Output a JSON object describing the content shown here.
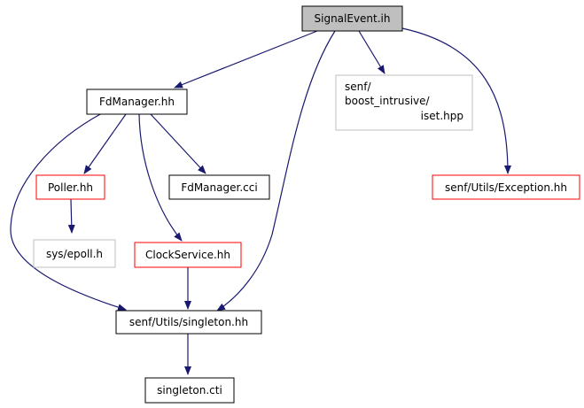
{
  "colors": {
    "edge": "#191970",
    "border_black": "#000000",
    "border_red": "#ff0000",
    "border_gray": "#bfbfbf",
    "fill_root": "#bfbfbf",
    "fill_default": "#ffffff"
  },
  "nodes": {
    "signalevent": {
      "label": "SignalEvent.ih"
    },
    "fdmanager": {
      "label": "FdManager.hh"
    },
    "iset": {
      "lines": [
        "senf/",
        "boost_intrusive/",
        "iset.hpp"
      ]
    },
    "exception": {
      "label": "senf/Utils/Exception.hh"
    },
    "poller": {
      "label": "Poller.hh"
    },
    "fdmanager_cci": {
      "label": "FdManager.cci"
    },
    "epoll": {
      "label": "sys/epoll.h"
    },
    "clockservice": {
      "label": "ClockService.hh"
    },
    "singleton": {
      "label": "senf/Utils/singleton.hh"
    },
    "singleton_cti": {
      "label": "singleton.cti"
    }
  }
}
